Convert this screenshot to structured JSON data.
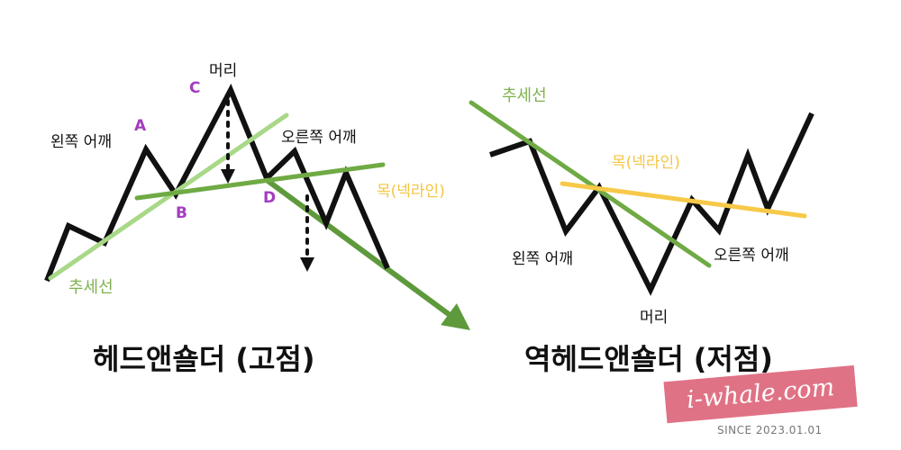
{
  "left": {
    "title": "헤드앤숄더 (고점)",
    "labels": {
      "head": "머리",
      "left_shoulder": "왼쪽 어깨",
      "right_shoulder": "오른쪽 어깨",
      "trendline": "추세선",
      "neckline": "목(넥라인)"
    },
    "points": {
      "a": "A",
      "b": "B",
      "c": "C",
      "d": "D"
    }
  },
  "right": {
    "title": "역헤드앤숄더 (저점)",
    "labels": {
      "head": "머리",
      "left_shoulder": "왼쪽 어깨",
      "right_shoulder": "오른쪽 어깨",
      "trendline": "추세선",
      "neckline": "목(넥라인)"
    }
  },
  "watermark": {
    "brand": "i-whale.com",
    "since": "SINCE 2023.01.01"
  },
  "colors": {
    "price": "#111111",
    "trend_light": "#a8d888",
    "neck_green": "#6faa44",
    "down_trend": "#5e9a3c",
    "neck_yellow": "#f7c948",
    "point_label": "#a33cc0",
    "badge": "#e07285"
  }
}
